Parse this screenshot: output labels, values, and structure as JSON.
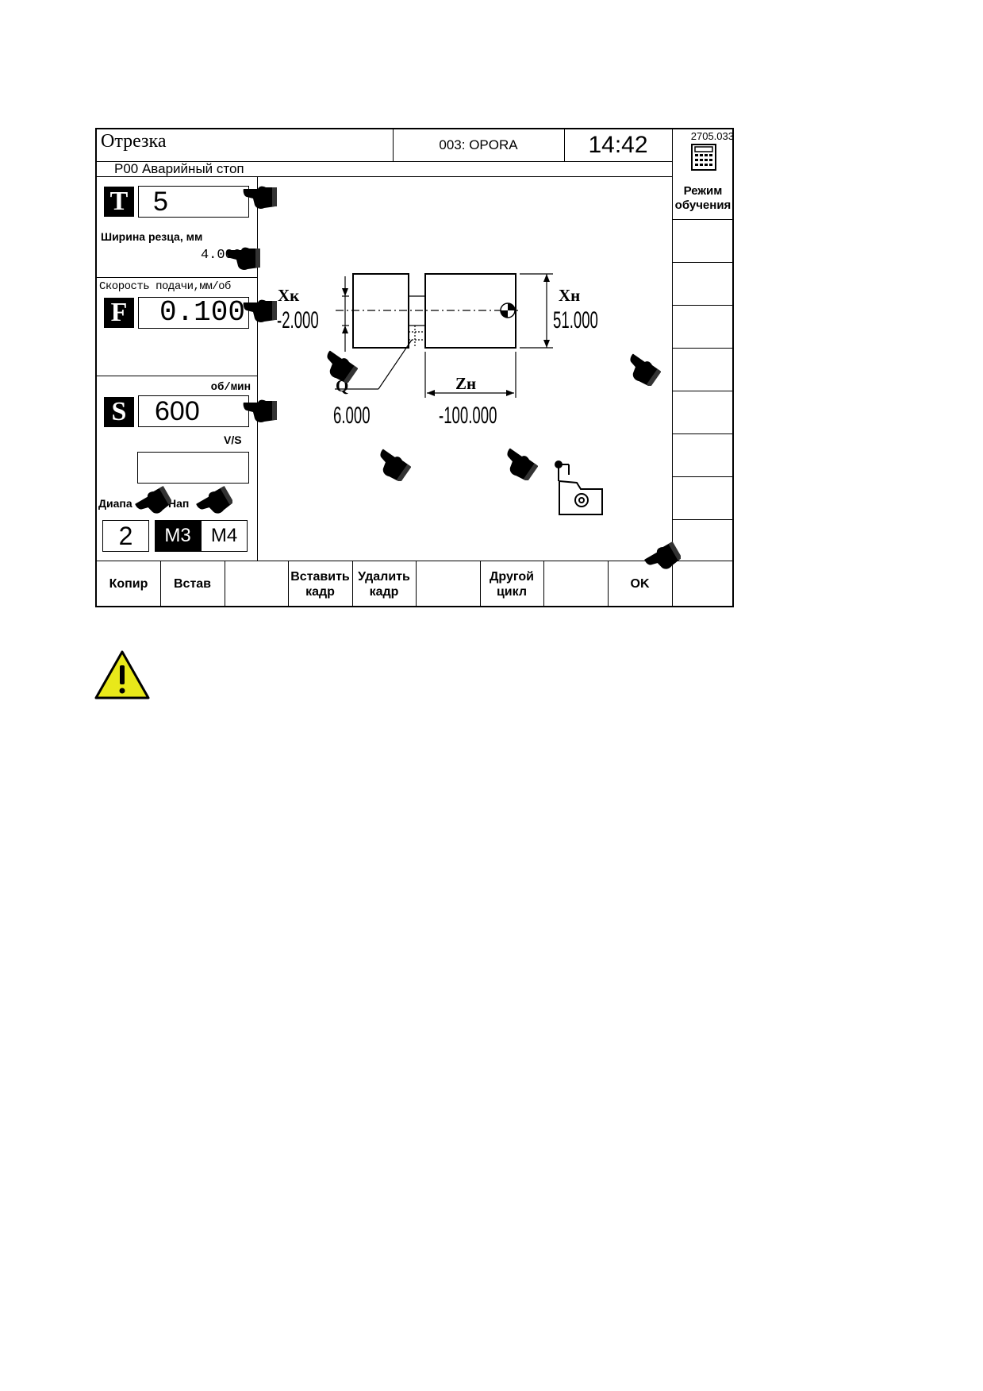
{
  "header": {
    "title": "Отрезка",
    "program": "003: OPORA",
    "clock": "14:42",
    "version": "2705.033",
    "status_line": "P00 Аварийный стоп"
  },
  "left_panel": {
    "tool": {
      "letter": "T",
      "value": "5"
    },
    "cutter_width_label": "Ширина резца, мм",
    "cutter_width_value": "4.000",
    "feed_label": "Скорость подачи,мм/об",
    "feed": {
      "letter": "F",
      "value": "0.100"
    },
    "speed_unit": "об/мин",
    "speed": {
      "letter": "S",
      "value": "600"
    },
    "vs_label": "V/S",
    "vs_value": "",
    "range_label": "Диапа",
    "direction_label": "Нап",
    "range_value": "2",
    "m3": "M3",
    "m4": "M4"
  },
  "diagram": {
    "xk_label": "Xк",
    "xk_value": "-2.000",
    "xn_label": "Xн",
    "xn_value": "51.000",
    "q_label": "Q",
    "q_value": "6.000",
    "zn_label": "Zн",
    "zn_value": "-100.000"
  },
  "side_keys": [
    "Режим\nобучения",
    "",
    "",
    "",
    "",
    "",
    "",
    ""
  ],
  "softkeys": [
    "Копир",
    "Встав",
    "",
    "Вставить\nкадр",
    "Удалить\nкадр",
    "",
    "Другой\nцикл",
    "",
    "OK",
    ""
  ],
  "icons": [
    "calculator-icon",
    "pointing-hand-icon",
    "warning-icon",
    "cutting-tool-icon"
  ]
}
